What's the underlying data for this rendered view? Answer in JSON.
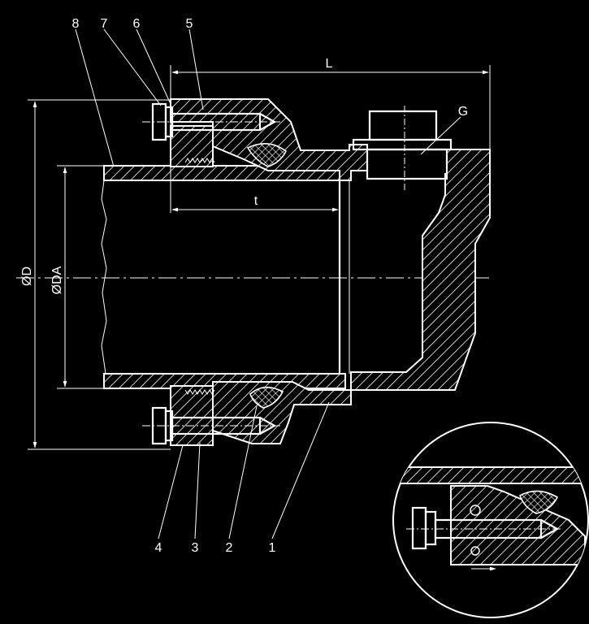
{
  "title": "",
  "dimensions": {
    "length": "L",
    "insertion_depth": "t",
    "outer_diameter": "ØD",
    "pipe_outer_diameter": "ØDA"
  },
  "part_labels": {
    "p1": "1",
    "p2": "2",
    "p3": "3",
    "p4": "4",
    "p5": "5",
    "p6": "6",
    "p7": "7",
    "p8": "8",
    "g": "G"
  },
  "colors": {
    "background": "#000000",
    "lines": "#ffffff"
  }
}
